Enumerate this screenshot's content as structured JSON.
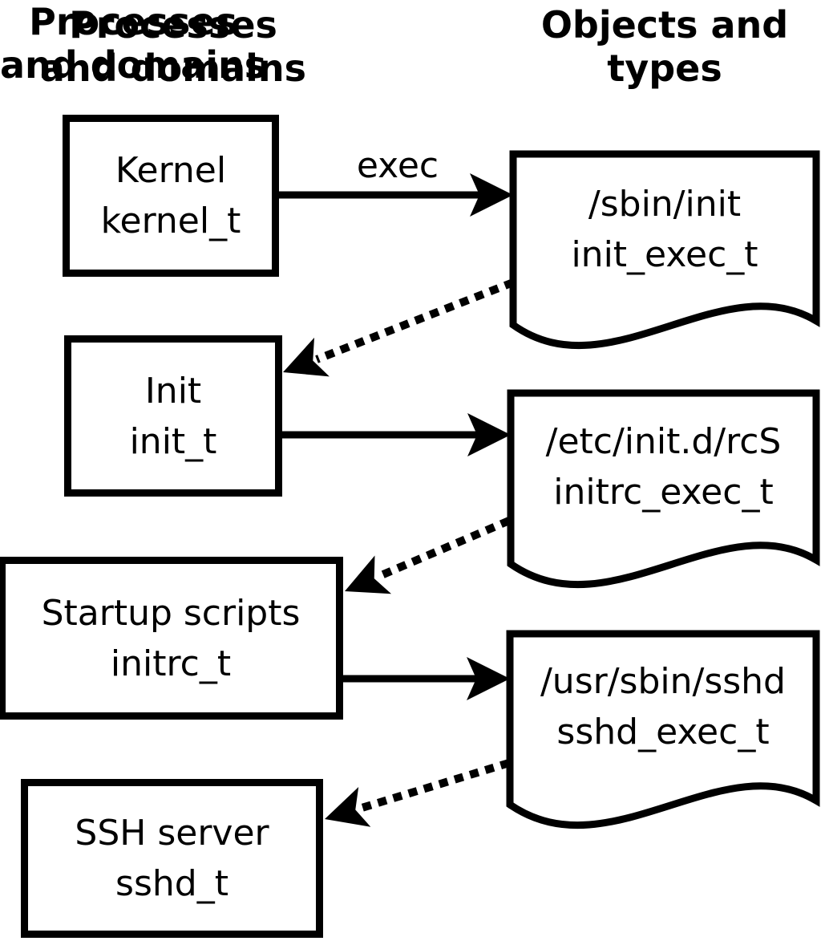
{
  "title_columns": {
    "left": "Processes\nand domains",
    "right": "Objects and\ntypes"
  },
  "process_nodes": [
    {
      "name": "Kernel",
      "domain": "kernel_t"
    },
    {
      "name": "Init",
      "domain": "init_t"
    },
    {
      "name": "Startup scripts",
      "domain": "initrc_t"
    },
    {
      "name": "SSH server",
      "domain": "sshd_t"
    }
  ],
  "object_nodes": [
    {
      "path": "/sbin/init",
      "type": "init_exec_t"
    },
    {
      "path": "/etc/init.d/rcS",
      "type": "initrc_exec_t"
    },
    {
      "path": "/usr/sbin/sshd",
      "type": "sshd_exec_t"
    }
  ],
  "edges": [
    {
      "from": "Kernel (kernel_t)",
      "to": "/sbin/init",
      "style": "solid-arrow",
      "label": "exec"
    },
    {
      "from": "/sbin/init",
      "to": "Init (init_t)",
      "style": "dotted-arrow",
      "label": ""
    },
    {
      "from": "Init (init_t)",
      "to": "/etc/init.d/rcS",
      "style": "solid-arrow",
      "label": ""
    },
    {
      "from": "/etc/init.d/rcS",
      "to": "Startup scripts (initrc_t)",
      "style": "dotted-arrow",
      "label": ""
    },
    {
      "from": "Startup scripts (initrc_t)",
      "to": "/usr/sbin/sshd",
      "style": "solid-arrow",
      "label": ""
    },
    {
      "from": "/usr/sbin/sshd",
      "to": "SSH server (sshd_t)",
      "style": "dotted-arrow",
      "label": ""
    }
  ],
  "colors": {
    "ink": "#000000",
    "background": "#ffffff"
  }
}
